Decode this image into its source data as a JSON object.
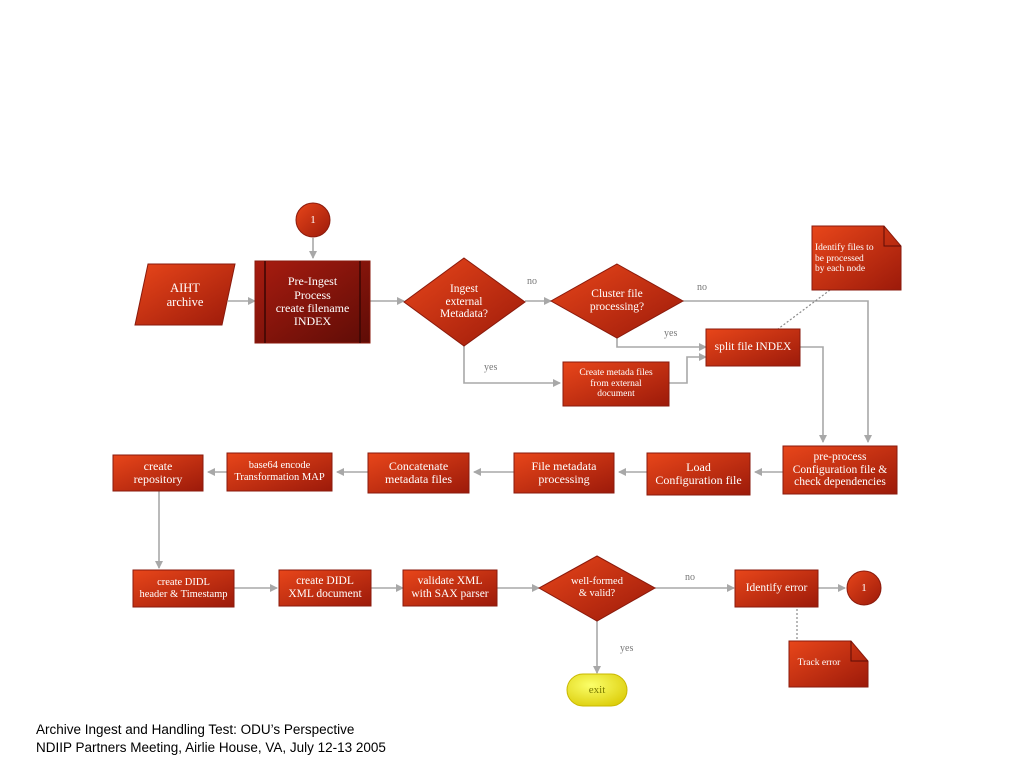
{
  "colors": {
    "fill": "#cc2d0c",
    "fill_dark": "#7a1208",
    "stroke": "#8a1a0c",
    "line": "#a8a8a8",
    "exit": "#e9e000"
  },
  "nodes": {
    "connector_top": "1",
    "aiht_archive": "AIHT\narchive",
    "pre_ingest": "Pre-Ingest\nProcess\ncreate filename\nINDEX",
    "ingest_external": "Ingest\nexternal\nMetadata?",
    "cluster_file": "Cluster file\nprocessing?",
    "identify_files": "Identify files to\nbe processed\nby each node",
    "split_file_index": "split file INDEX",
    "create_metadata": "Create metada files\nfrom external\ndocument",
    "pre_process": "pre-process\nConfiguration file &\ncheck dependencies",
    "load_config": "Load\nConfiguration file",
    "file_metadata": "File metadata\nprocessing",
    "concatenate": "Concatenate\nmetadata files",
    "base64": "base64 encode\nTransformation MAP",
    "create_repo": "create\nrepository",
    "create_didl_header": "create DIDL\nheader & Timestamp",
    "create_didl_xml": "create DIDL\nXML document",
    "validate_xml": "validate XML\nwith SAX parser",
    "well_formed": "well-formed\n& valid?",
    "identify_error": "Identify error",
    "connector_right": "1",
    "track_error": "Track error",
    "exit": "exit"
  },
  "edge_labels": {
    "no1": "no",
    "no2": "no",
    "yes1": "yes",
    "yes2": "yes",
    "no3": "no",
    "yes3": "yes"
  },
  "footer": {
    "line1": "Archive Ingest and Handling Test: ODU’s Perspective",
    "line2": "NDIIP Partners Meeting, Airlie House, VA, July 12-13 2005"
  }
}
